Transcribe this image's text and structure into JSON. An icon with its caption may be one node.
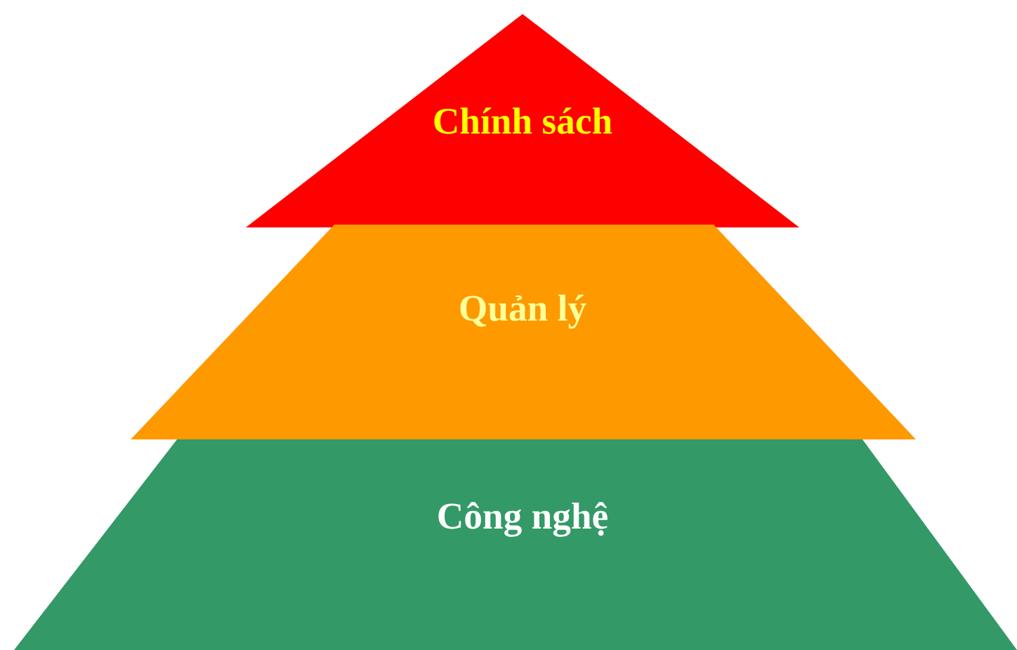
{
  "diagram": {
    "nodes": [
      {
        "text": [
          "Chính sách"
        ]
      },
      {
        "text": [
          "Quản lý"
        ]
      },
      {
        "text": [
          "Công nghệ"
        ]
      }
    ]
  }
}
